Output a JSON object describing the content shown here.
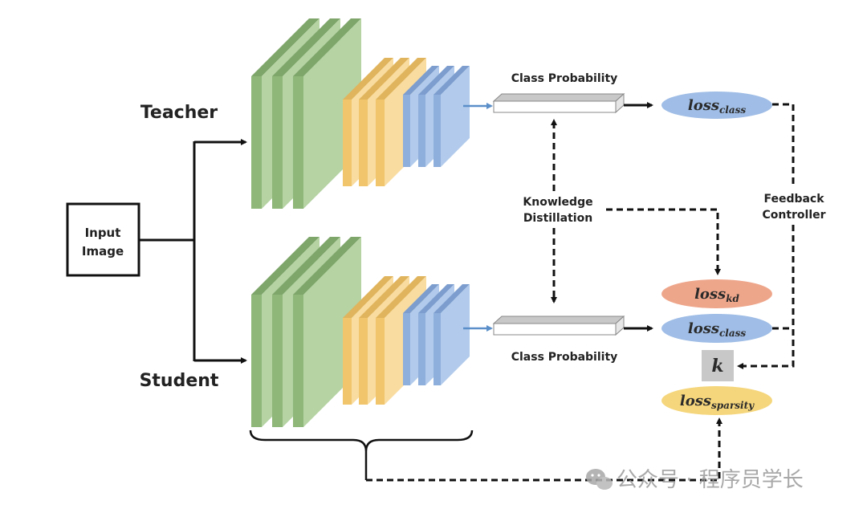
{
  "diagram": {
    "input_label_line1": "Input",
    "input_label_line2": "Image",
    "teacher_label": "Teacher",
    "student_label": "Student",
    "teacher_output_label": "Class Probability",
    "student_output_label": "Class Probability",
    "kd_label_line1": "Knowledge",
    "kd_label_line2": "Distillation",
    "feedback_label_line1": "Feedback",
    "feedback_label_line2": "Controller",
    "teacher_loss": {
      "main": "loss",
      "sub": "class"
    },
    "student_loss_kd": {
      "main": "loss",
      "sub": "kd"
    },
    "student_loss_class": {
      "main": "loss",
      "sub": "class"
    },
    "k_label": "k",
    "loss_sparsity": {
      "main": "loss",
      "sub": "sparsity"
    },
    "watermark": "公众号 · 程序员学长"
  },
  "colors": {
    "green_face": "#b5d3a3",
    "green_side": "#8fb77a",
    "green_top": "#7ea56a",
    "yellow_face": "#f9dca0",
    "yellow_side": "#f0c56c",
    "yellow_top": "#e0b45c",
    "blue_face": "#b2cbec",
    "blue_side": "#8eaedb",
    "blue_top": "#7c9dce",
    "loss_class": "#9fbde6",
    "loss_kd": "#eea68b",
    "loss_sparsity": "#f5d67c",
    "k_box": "#c8c8c8",
    "arrow_blue": "#5b8fc9"
  }
}
